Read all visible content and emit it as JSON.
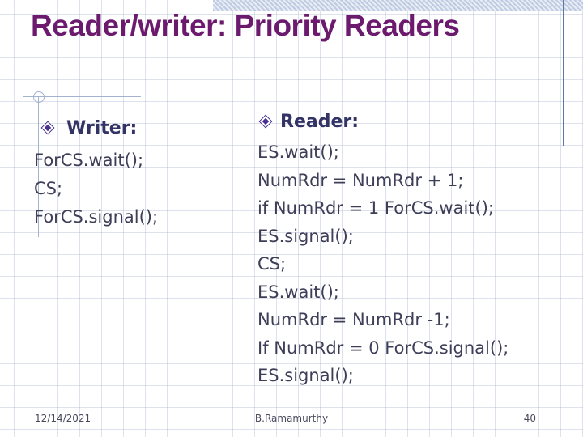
{
  "slide": {
    "title": "Reader/writer: Priority Readers",
    "columns": {
      "writer": {
        "header": "Writer:",
        "lines": [
          "ForCS.wait();",
          "CS;",
          "ForCS.signal();"
        ]
      },
      "reader": {
        "header": "Reader:",
        "lines": [
          "ES.wait();",
          "NumRdr = NumRdr + 1;",
          "if NumRdr = 1 ForCS.wait();",
          "ES.signal();",
          "CS;",
          "ES.wait();",
          "NumRdr = NumRdr -1;",
          "If NumRdr = 0 ForCS.signal();",
          "ES.signal();"
        ]
      }
    },
    "footer": {
      "date": "12/14/2021",
      "author": "B.Ramamurthy",
      "page_number": "40"
    },
    "icons": {
      "bullet": "diamond-bullet-icon"
    },
    "colors": {
      "title_text": "#6b1a6e",
      "header_text": "#333366",
      "body_text": "#3e3e58",
      "accent_rule": "#a3b3cf",
      "top_band": "#bfcbe2",
      "right_line": "#5c77a3",
      "bullet_fill": "#4a2d92",
      "bullet_border": "#3d3190",
      "grid_line": "#a8b2cc"
    }
  }
}
